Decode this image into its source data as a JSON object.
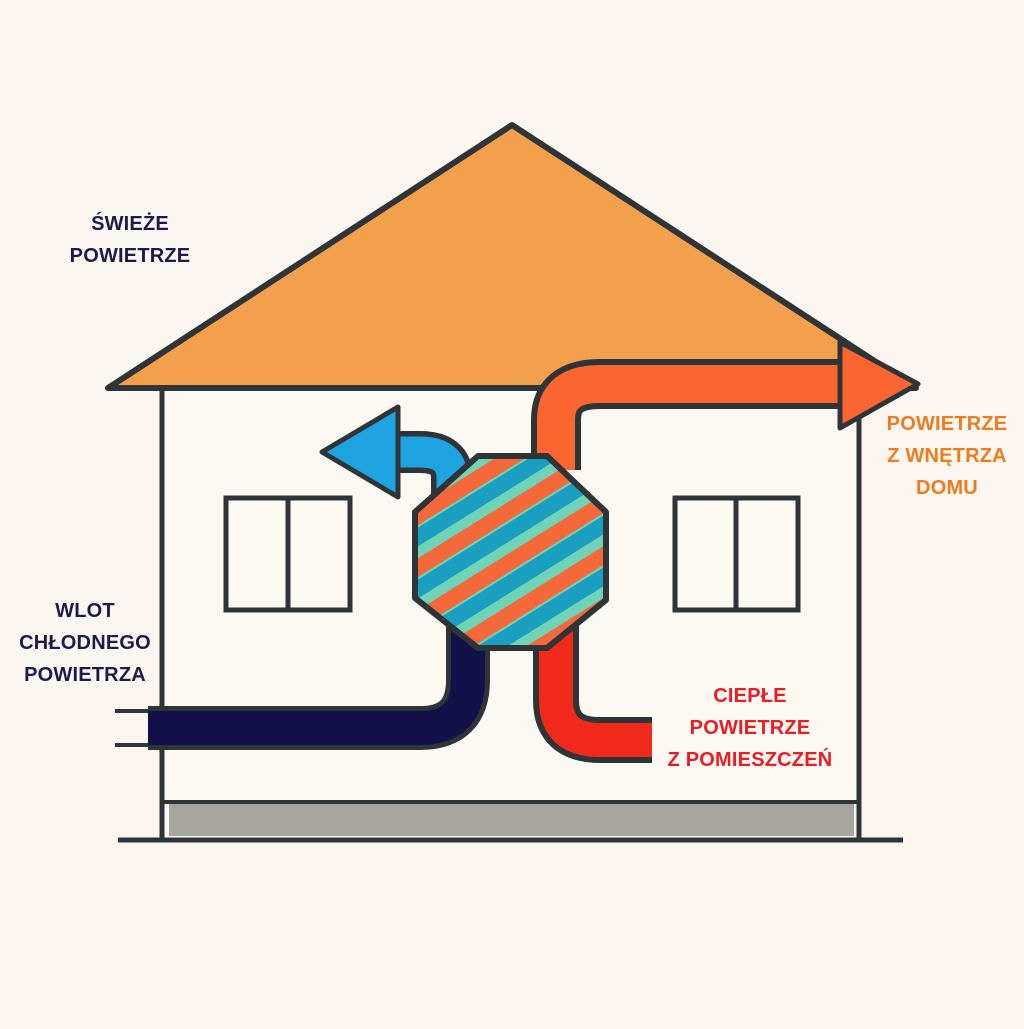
{
  "labels": {
    "fresh_air": [
      "ŚWIEŻE",
      "POWIETRZE"
    ],
    "cold_inlet": [
      "WLOT",
      "CHŁODNEGO",
      "POWIETRZA"
    ],
    "indoor_air": [
      "POWIETRZE",
      "Z WNĘTRZA",
      "DOMU"
    ],
    "warm_air": [
      "CIEPŁE",
      "POWIETRZE",
      "Z POMIESZCZEŃ"
    ]
  },
  "colors": {
    "background": "#fbf6ef",
    "roof": "#f3a04c",
    "wall": "#fcf9f3",
    "outline": "#2f3436",
    "foundation": "#a6a59e",
    "fresh_air_arrow": "#1fa4e2",
    "cold_duct": "#14104a",
    "warm_duct": "#f22a1c",
    "exhaust_arrow": "#fb6530",
    "exchanger_teal": "#6fd3b8",
    "exchanger_blue": "#1a9fc1",
    "exchanger_orange": "#f4683a",
    "label_navy": "#1d1a4e",
    "label_orange": "#f07b1f",
    "label_red": "#ec1c24"
  }
}
